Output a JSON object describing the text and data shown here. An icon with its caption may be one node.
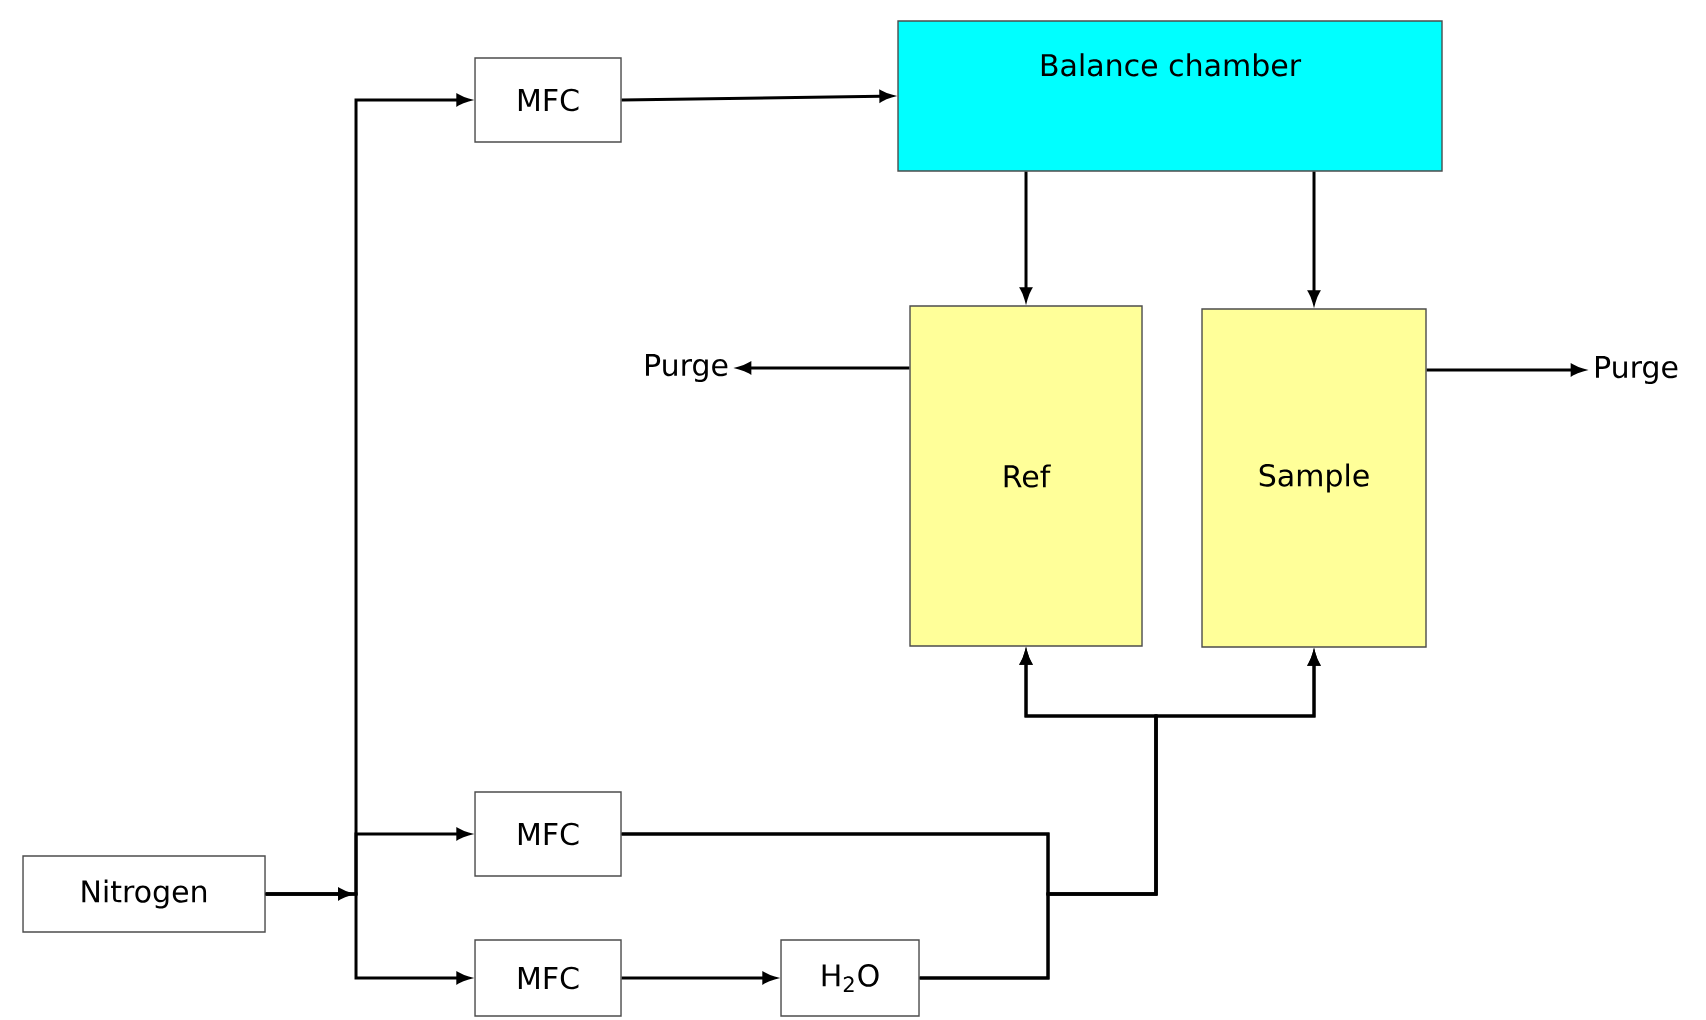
{
  "diagram": {
    "nodes": [
      {
        "text": [
          "Nitrogen"
        ]
      },
      {
        "text": [
          "MFC"
        ]
      },
      {
        "text": [
          "Balance chamber"
        ]
      },
      {
        "text": [
          "Purge"
        ]
      },
      {
        "text": [
          "Ref"
        ]
      },
      {
        "text": [
          "Sample"
        ]
      },
      {
        "text": [
          "Purge"
        ]
      },
      {
        "text": [
          "MFC"
        ]
      },
      {
        "text": [
          "MFC"
        ]
      },
      {
        "text": [
          "H$_{2}$O"
        ]
      }
    ],
    "edges": [
      {
        "from": 0,
        "to": 1,
        "arrow": "to"
      },
      {
        "from": 0,
        "to": 7,
        "arrow": "to"
      },
      {
        "from": 0,
        "to": 8,
        "arrow": "to"
      },
      {
        "from": 1,
        "to": 2,
        "arrow": "to"
      },
      {
        "from": 2,
        "to": 4,
        "arrow": "to"
      },
      {
        "from": 2,
        "to": 5,
        "arrow": "to"
      },
      {
        "from": 4,
        "to": 3,
        "arrow": "to"
      },
      {
        "from": 5,
        "to": 6,
        "arrow": "to"
      },
      {
        "from": 7,
        "to": 4,
        "arrow": "to"
      },
      {
        "from": 7,
        "to": 5,
        "arrow": "to"
      },
      {
        "from": 9,
        "to": 4,
        "arrow": "to"
      },
      {
        "from": 9,
        "to": 5,
        "arrow": "to"
      },
      {
        "from": 8,
        "to": 9,
        "arrow": "to"
      }
    ]
  }
}
